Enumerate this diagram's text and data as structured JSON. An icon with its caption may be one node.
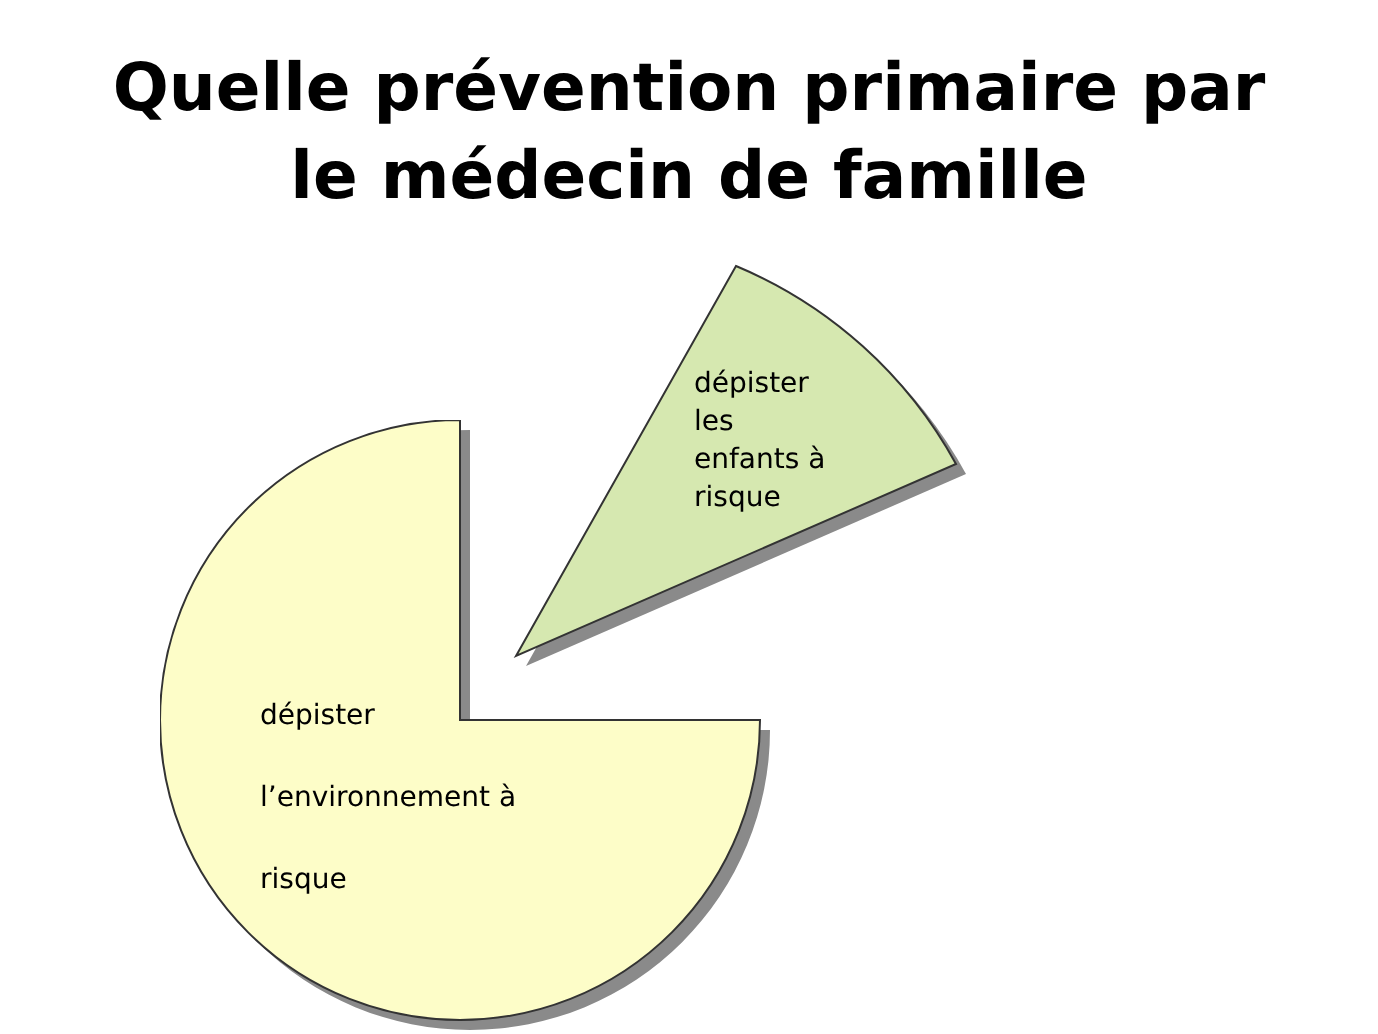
{
  "diagram": {
    "title": "Quelle prévention primaire par le médecin de famille",
    "nodes": [
      {
        "text": [
          "dépister l’environnement à risque"
        ]
      },
      {
        "text": [
          "dépister les enfants à risque"
        ]
      }
    ]
  }
}
